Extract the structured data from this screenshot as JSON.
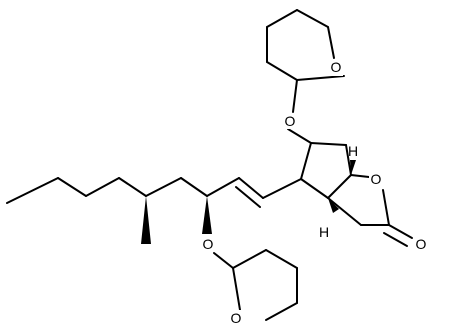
{
  "diagram": {
    "kind": "skeletal-formula",
    "background_color": "#ffffff",
    "bond_color": "#000000",
    "atom_labels": {
      "ring_oxygen_top_thp": "O",
      "ether_oxygen_top": "O",
      "lactone_ring_oxygen": "O",
      "carbonyl_oxygen": "O",
      "ether_oxygen_bottom": "O",
      "ring_oxygen_bottom_thp": "O",
      "stereo_hydrogen_upper": "H",
      "stereo_hydrogen_lower": "H"
    }
  }
}
